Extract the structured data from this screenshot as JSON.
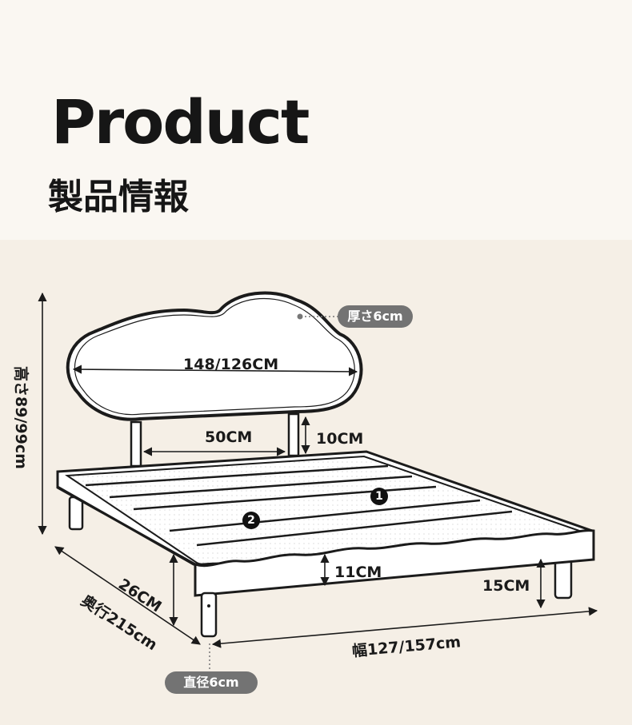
{
  "header": {
    "title": "Product",
    "subtitle": "製品情報"
  },
  "dimensions": {
    "headboard_width": "148/126CM",
    "leg_gap": "50CM",
    "leg_clearance": "10CM",
    "headboard_thickness": "厚さ6cm",
    "height": "高さ89/99cm",
    "side_height": "26CM",
    "depth": "奥行215cm",
    "frame_height": "11CM",
    "leg_height": "15CM",
    "width": "幅127/157cm",
    "leg_diameter": "直径6cm"
  },
  "markers": {
    "one": "1",
    "two": "2"
  },
  "colors": {
    "background": "#f5efe6",
    "line": "#1b1b1b",
    "pill": "#737373"
  }
}
